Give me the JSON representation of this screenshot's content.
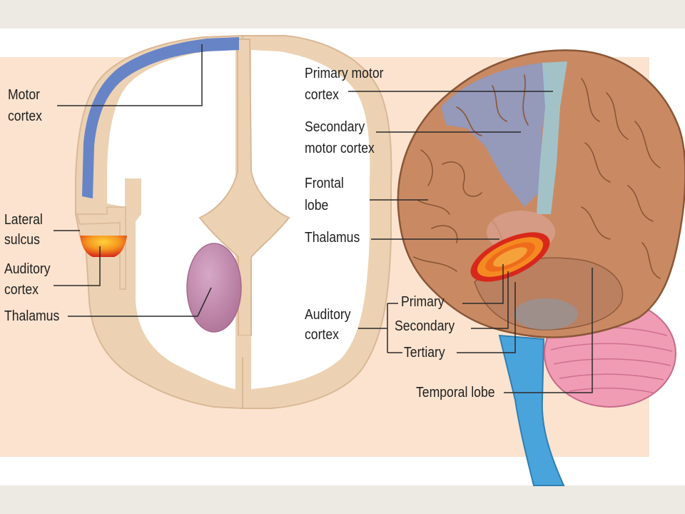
{
  "colors": {
    "peach": "#fbe3cf",
    "tissue": "#ecd2b3",
    "motor_cortex": "#6784c7",
    "secondary_motor": "#8c9bc9",
    "primary_motor_band": "#9fc8d2",
    "brain_surface": "#c98a63",
    "auditory_orange": "#f07a20",
    "auditory_red": "#d8281b",
    "thalamus": "#c48ab0",
    "cerebellum": "#ef9cb4",
    "brainstem": "#4aa4dc"
  },
  "left_labels": {
    "motor_cortex_1": "Motor",
    "motor_cortex_2": "cortex",
    "lateral_sulcus_1": "Lateral",
    "lateral_sulcus_2": "sulcus",
    "auditory_cortex_1": "Auditory",
    "auditory_cortex_2": "cortex",
    "thalamus": "Thalamus"
  },
  "right_labels": {
    "primary_motor_1": "Primary motor",
    "primary_motor_2": "cortex",
    "secondary_motor_1": "Secondary",
    "secondary_motor_2": "motor cortex",
    "frontal_lobe_1": "Frontal",
    "frontal_lobe_2": "lobe",
    "thalamus": "Thalamus",
    "auditory_cortex_1": "Auditory",
    "auditory_cortex_2": "cortex",
    "primary": "Primary",
    "secondary": "Secondary",
    "tertiary": "Tertiary",
    "temporal_lobe": "Temporal lobe"
  }
}
